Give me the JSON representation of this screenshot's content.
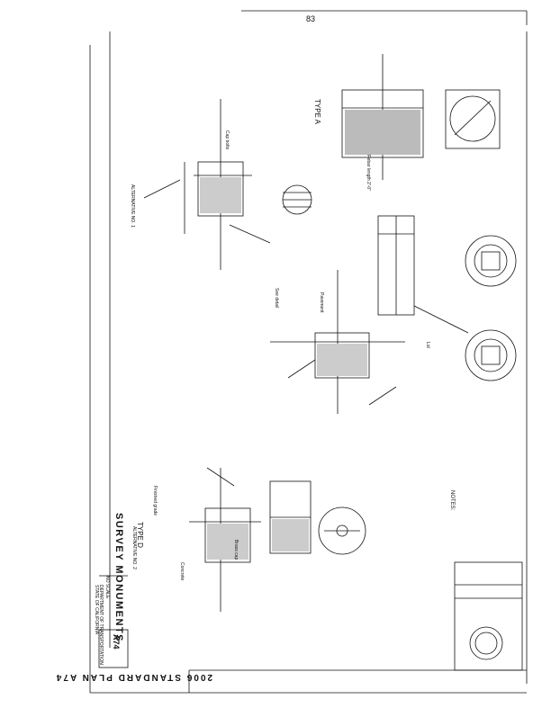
{
  "page": {
    "number": "83",
    "plan_label": "2006 STANDARD PLAN A74",
    "sheet_id": "A74"
  },
  "title_block": {
    "agency_line1": "STATE OF CALIFORNIA",
    "agency_line2": "DEPARTMENT OF TRANSPORTATION",
    "title": "SURVEY MONUMENTS",
    "scale": "NO SCALE"
  },
  "sections": {
    "type_a": "TYPE A",
    "type_d": "TYPE D",
    "alternative_1": "ALTERNATIVE NO. 1",
    "alternative_2": "ALTERNATIVE NO. 2"
  },
  "notes": {
    "heading": "NOTES:"
  },
  "labels": {
    "rebar_length": "Rebar length 2'-0\"",
    "pavement": "Pavement",
    "lid": "Lid",
    "see_detail": "See detail",
    "cap_bolts": "Cap bolts",
    "brass_cap": "Brass cap",
    "concrete": "Concrete",
    "finished_grade": "Finished grade"
  }
}
